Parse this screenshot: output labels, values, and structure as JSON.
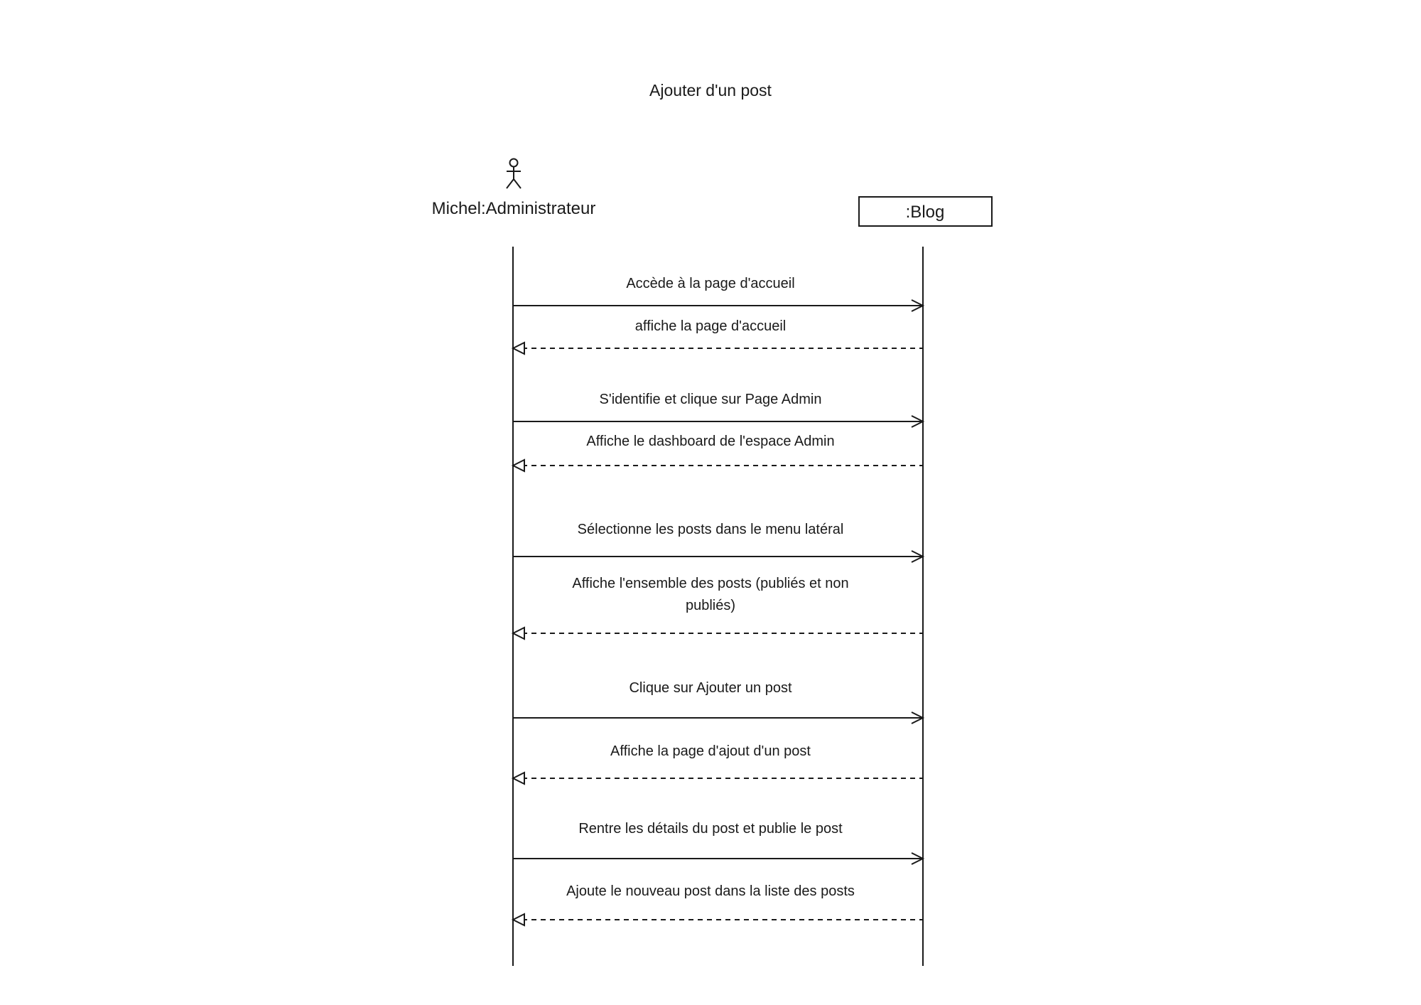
{
  "diagram": {
    "title": "Ajouter d'un post",
    "actor": {
      "label": "Michel:Administrateur",
      "icon": "stick-figure-icon"
    },
    "object": {
      "label": ":Blog"
    },
    "messages": [
      {
        "label": "Accède à la page d'accueil",
        "direction": "to-object",
        "style": "solid"
      },
      {
        "label": "affiche la page d'accueil",
        "direction": "to-actor",
        "style": "dashed"
      },
      {
        "label": "S'identifie et clique sur Page Admin",
        "direction": "to-object",
        "style": "solid"
      },
      {
        "label": "Affiche le dashboard de l'espace Admin",
        "direction": "to-actor",
        "style": "dashed"
      },
      {
        "label": "Sélectionne les posts dans le menu latéral",
        "direction": "to-object",
        "style": "solid"
      },
      {
        "label_lines": [
          "Affiche l'ensemble des posts (publiés et non",
          "publiés)"
        ],
        "direction": "to-actor",
        "style": "dashed"
      },
      {
        "label": "Clique sur Ajouter un post",
        "direction": "to-object",
        "style": "solid"
      },
      {
        "label": "Affiche la page d'ajout d'un post",
        "direction": "to-actor",
        "style": "dashed"
      },
      {
        "label": "Rentre les détails du post et publie le post",
        "direction": "to-object",
        "style": "solid"
      },
      {
        "label": "Ajoute le nouveau post dans la liste des posts",
        "direction": "to-actor",
        "style": "dashed"
      }
    ]
  }
}
